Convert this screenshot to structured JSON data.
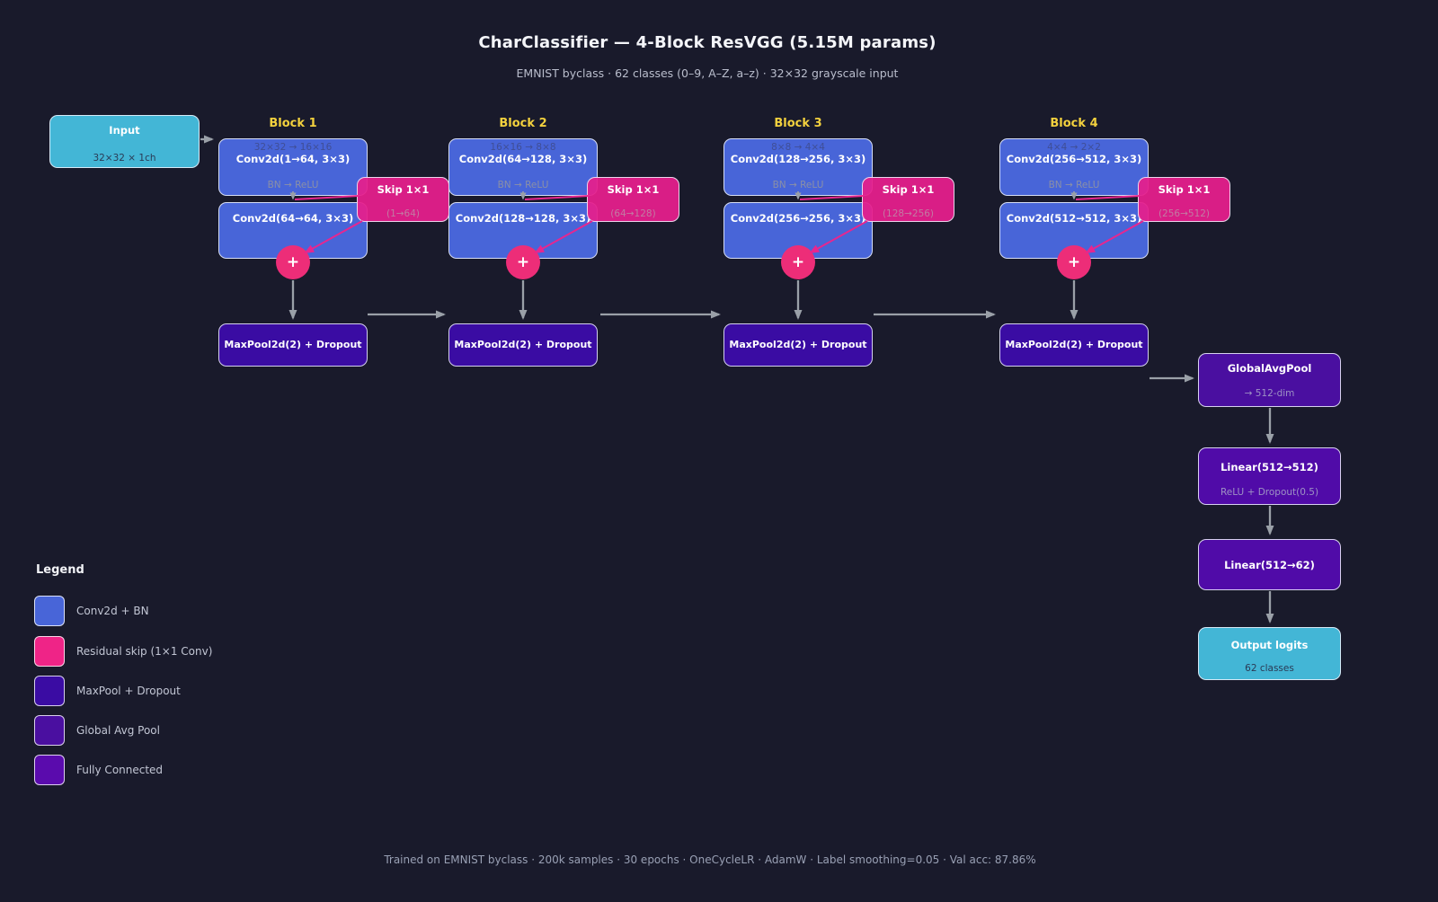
{
  "title": "CharClassifier — 4-Block ResVGG (5.15M params)",
  "subtitle": "EMNIST byclass · 62 classes (0–9, A–Z, a–z) · 32×32 grayscale input",
  "input": {
    "label": "Input",
    "sub": "32×32 × 1ch"
  },
  "blocks": [
    {
      "header": "Block 1",
      "dims": "32×32 → 16×16",
      "conv1": "Conv2d(1→64, 3×3)",
      "bn": "BN → ReLU",
      "conv2": "Conv2d(64→64, 3×3)",
      "skip": "Skip 1×1",
      "skip_sub": "(1→64)",
      "plus": "+",
      "pool": "MaxPool2d(2) + Dropout"
    },
    {
      "header": "Block 2",
      "dims": "16×16 → 8×8",
      "conv1": "Conv2d(64→128, 3×3)",
      "bn": "BN → ReLU",
      "conv2": "Conv2d(128→128, 3×3)",
      "skip": "Skip 1×1",
      "skip_sub": "(64→128)",
      "plus": "+",
      "pool": "MaxPool2d(2) + Dropout"
    },
    {
      "header": "Block 3",
      "dims": "8×8 → 4×4",
      "conv1": "Conv2d(128→256, 3×3)",
      "bn": "BN → ReLU",
      "conv2": "Conv2d(256→256, 3×3)",
      "skip": "Skip 1×1",
      "skip_sub": "(128→256)",
      "plus": "+",
      "pool": "MaxPool2d(2) + Dropout"
    },
    {
      "header": "Block 4",
      "dims": "4×4 → 2×2",
      "conv1": "Conv2d(256→512, 3×3)",
      "bn": "BN → ReLU",
      "conv2": "Conv2d(512→512, 3×3)",
      "skip": "Skip 1×1",
      "skip_sub": "(256→512)",
      "plus": "+",
      "pool": "MaxPool2d(2) + Dropout"
    }
  ],
  "head": {
    "gap": {
      "label": "GlobalAvgPool",
      "sub": "→ 512-dim"
    },
    "fc1": {
      "label": "Linear(512→512)",
      "sub": "ReLU + Dropout(0.5)"
    },
    "fc2": {
      "label": "Linear(512→62)"
    },
    "output": {
      "label": "Output logits",
      "sub": "62 classes"
    }
  },
  "legend": {
    "title": "Legend",
    "items": [
      {
        "label": "Conv2d + BN",
        "color": "#4865d8"
      },
      {
        "label": "Residual skip (1×1 Conv)",
        "color": "#ef2487"
      },
      {
        "label": "MaxPool + Dropout",
        "color": "#3a0ca3"
      },
      {
        "label": "Global Avg Pool",
        "color": "#4a0fa0"
      },
      {
        "label": "Fully Connected",
        "color": "#5a0bad"
      }
    ]
  },
  "footer": "Trained on EMNIST byclass · 200k samples · 30 epochs · OneCycleLR · AdamW · Label smoothing=0.05 · Val acc: 87.86%",
  "colors": {
    "background": "#191a2b",
    "conv_blue": "#4865d8",
    "skip_pink": "#e51f8c",
    "merge_pink": "#ed2d78",
    "pool_violet": "#3a0ca3",
    "fc_purple": "#4a0fa0",
    "io_cyan": "#43b6d6",
    "block_header_yellow": "#f3d13e",
    "arrow_gray": "#9aa0a8"
  }
}
